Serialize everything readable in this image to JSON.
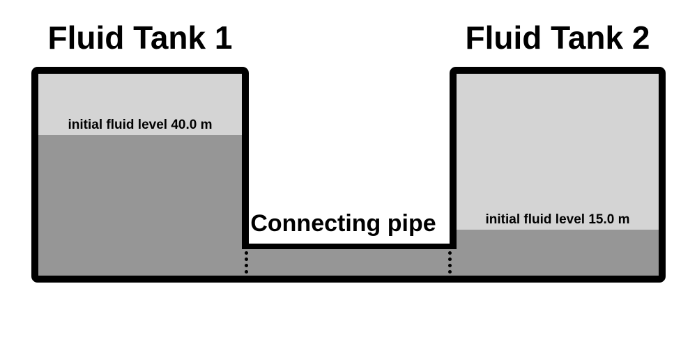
{
  "diagram": {
    "tank1": {
      "title": "Fluid Tank 1",
      "level_label": "initial fluid level 40.0 m",
      "initial_level_m": 40.0
    },
    "tank2": {
      "title": "Fluid Tank 2",
      "level_label": "initial fluid level 15.0 m",
      "initial_level_m": 15.0
    },
    "pipe": {
      "label": "Connecting pipe"
    },
    "colors": {
      "tank-empty": "#d4d4d4",
      "fluid": "#969696",
      "outline": "#000000",
      "background": "#ffffff"
    }
  }
}
